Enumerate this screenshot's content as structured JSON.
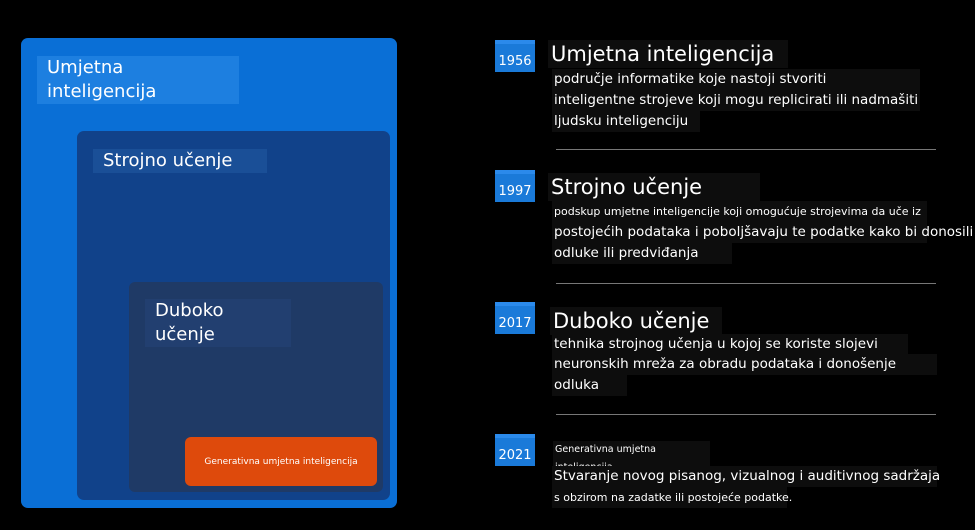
{
  "boxes": {
    "ai": "Umjetna inteligencija",
    "ml": "Strojno učenje",
    "dl": "Duboko učenje",
    "gen": "Generativna umjetna inteligencija"
  },
  "timeline": [
    {
      "year": "1956",
      "title": "Umjetna inteligencija",
      "lines": [
        "područje informatike koje nastoji stvoriti",
        "inteligentne strojeve koji mogu replicirati ili nadmašiti",
        "ljudsku inteligenciju"
      ]
    },
    {
      "year": "1997",
      "title": "Strojno učenje",
      "lines": [
        "podskup umjetne inteligencije koji omogućuje strojevima da uče iz",
        "postojećih podataka i poboljšavaju te podatke kako bi donosili",
        "odluke ili predviđanja"
      ]
    },
    {
      "year": "2017",
      "title": "Duboko učenje",
      "lines": [
        "tehnika strojnog učenja u kojoj se koriste slojevi",
        "neuronskih mreža za obradu podataka i donošenje",
        "odluka"
      ]
    },
    {
      "year": "2021",
      "title": "Generativna umjetna inteligencija",
      "lines": [
        "Stvaranje novog pisanog, vizualnog i auditivnog sadržaja",
        "s obzirom na zadatke ili postojeće podatke."
      ]
    }
  ]
}
